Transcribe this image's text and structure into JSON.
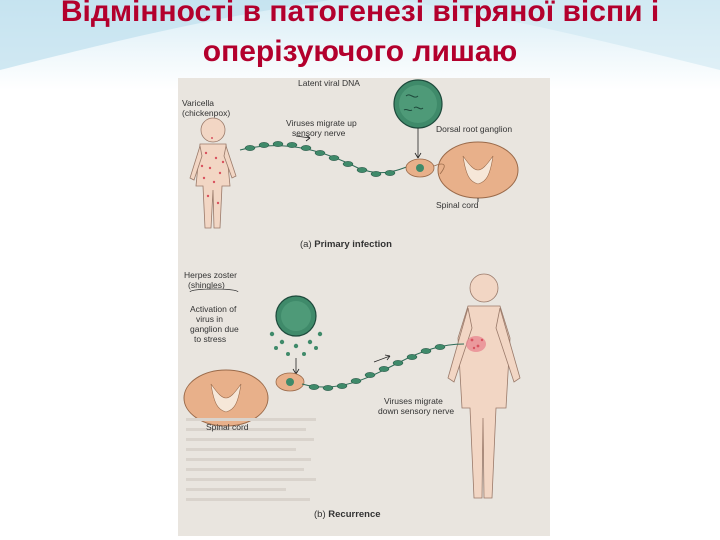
{
  "slide": {
    "title_line1": "Відмінності в патогенезі вітряної віспи і",
    "title_line2": "оперізуючого лишаю"
  },
  "figure": {
    "top": {
      "latent_dna": "Latent viral DNA",
      "varicella_1": "Varicella",
      "varicella_2": "(chickenpox)",
      "migrate_up_1": "Viruses migrate up",
      "migrate_up_2": "sensory nerve",
      "dorsal_root": "Dorsal root ganglion",
      "spinal_cord": "Spinal cord",
      "caption_prefix": "(a)",
      "caption_text": "Primary infection"
    },
    "bottom": {
      "zoster_1": "Herpes zoster",
      "zoster_2": "(shingles)",
      "activation_1": "Activation of",
      "activation_2": "virus in",
      "activation_3": "ganglion due",
      "activation_4": "to stress",
      "spinal_cord": "Spinal cord",
      "migrate_down_1": "Viruses migrate",
      "migrate_down_2": "down sensory nerve",
      "caption_prefix": "(b)",
      "caption_text": "Recurrence"
    }
  },
  "colors": {
    "title": "#b3002d",
    "nerve": "#2e6b57",
    "cell": "#3f8a6a",
    "cord": "#e8b08a",
    "skin": "#f2d6c4",
    "rash": "#d9535f"
  }
}
